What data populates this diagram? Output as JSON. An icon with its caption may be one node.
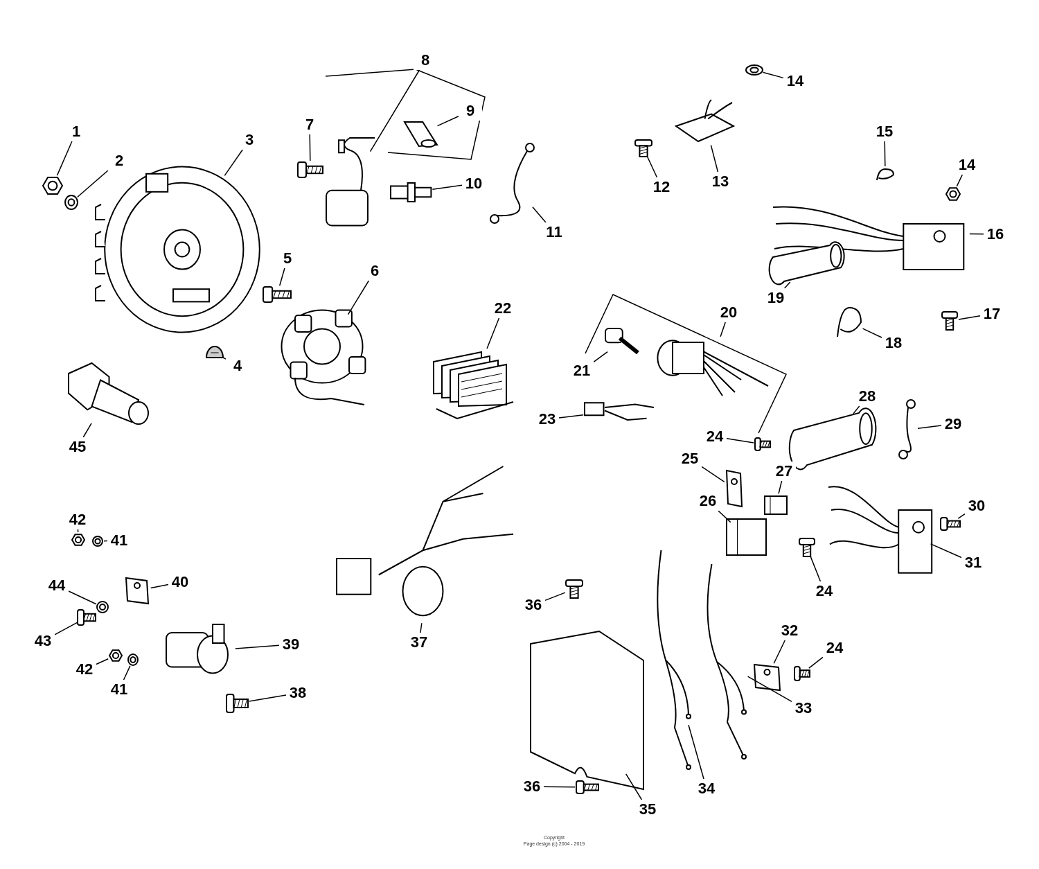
{
  "diagram": {
    "nodes": [
      {
        "text": [
          "1"
        ]
      },
      {
        "text": [],
        "shape": "picture"
      },
      {
        "text": [
          "2"
        ]
      },
      {
        "text": [],
        "shape": "picture"
      },
      {
        "text": [
          "3"
        ]
      },
      {
        "text": [],
        "shape": "picture"
      },
      {
        "text": [
          "4"
        ]
      },
      {
        "text": [],
        "shape": "picture"
      },
      {
        "text": [
          "5"
        ]
      },
      {
        "text": [],
        "shape": "picture"
      },
      {
        "text": [
          "6"
        ]
      },
      {
        "text": [],
        "shape": "picture"
      },
      {
        "text": [
          "45"
        ]
      },
      {
        "text": [],
        "shape": "picture"
      },
      {
        "text": [
          "7"
        ]
      },
      {
        "text": [],
        "shape": "picture"
      },
      {
        "text": [
          "8"
        ]
      },
      {
        "text": [],
        "shape": "picture"
      },
      {
        "text": [
          "9"
        ]
      },
      {
        "text": [],
        "shape": "picture"
      },
      {
        "text": [
          "10"
        ]
      },
      {
        "text": [],
        "shape": "picture"
      },
      {
        "text": [
          "11"
        ]
      },
      {
        "text": [],
        "shape": "picture"
      },
      {
        "text": [
          "12"
        ]
      },
      {
        "text": [],
        "shape": "picture"
      },
      {
        "text": [
          "13"
        ]
      },
      {
        "text": [],
        "shape": "picture"
      },
      {
        "text": [
          "14"
        ]
      },
      {
        "text": [],
        "shape": "picture"
      },
      {
        "text": [
          "15"
        ]
      },
      {
        "text": [],
        "shape": "picture"
      },
      {
        "text": [
          "14"
        ]
      },
      {
        "text": [],
        "shape": "picture"
      },
      {
        "text": [
          "16"
        ]
      },
      {
        "text": [],
        "shape": "picture"
      },
      {
        "text": [
          "17"
        ]
      },
      {
        "text": [],
        "shape": "picture"
      },
      {
        "text": [
          "18"
        ]
      },
      {
        "text": [],
        "shape": "picture"
      },
      {
        "text": [
          "19"
        ]
      },
      {
        "text": [],
        "shape": "picture"
      },
      {
        "text": [
          "20"
        ]
      },
      {
        "text": [],
        "shape": "picture"
      },
      {
        "text": [
          "21"
        ]
      },
      {
        "text": [],
        "shape": "picture"
      },
      {
        "text": [
          "22"
        ]
      },
      {
        "text": [],
        "shape": "picture"
      },
      {
        "text": [
          "23"
        ]
      },
      {
        "text": [],
        "shape": "picture"
      },
      {
        "text": [
          "24"
        ]
      },
      {
        "text": [],
        "shape": "picture"
      },
      {
        "text": [
          "25"
        ]
      },
      {
        "text": [],
        "shape": "picture"
      },
      {
        "text": [
          "26"
        ]
      },
      {
        "text": [],
        "shape": "picture"
      },
      {
        "text": [
          "27"
        ]
      },
      {
        "text": [],
        "shape": "picture"
      },
      {
        "text": [
          "28"
        ]
      },
      {
        "text": [],
        "shape": "picture"
      },
      {
        "text": [
          "29"
        ]
      },
      {
        "text": [],
        "shape": "picture"
      },
      {
        "text": [
          "30"
        ]
      },
      {
        "text": [],
        "shape": "picture"
      },
      {
        "text": [
          "31"
        ]
      },
      {
        "text": [],
        "shape": "picture"
      },
      {
        "text": [
          "24"
        ]
      },
      {
        "text": [],
        "shape": "picture"
      },
      {
        "text": [
          "32"
        ]
      },
      {
        "text": [],
        "shape": "picture"
      },
      {
        "text": [
          "24"
        ]
      },
      {
        "text": [],
        "shape": "picture"
      },
      {
        "text": [
          "33"
        ]
      },
      {
        "text": [],
        "shape": "picture"
      },
      {
        "text": [
          "34"
        ]
      },
      {
        "text": [],
        "shape": "picture"
      },
      {
        "text": [
          "35"
        ]
      },
      {
        "text": [],
        "shape": "picture"
      },
      {
        "text": [
          "36"
        ]
      },
      {
        "text": [],
        "shape": "picture"
      },
      {
        "text": [
          "36"
        ]
      },
      {
        "text": [],
        "shape": "picture"
      },
      {
        "text": [
          "37"
        ]
      },
      {
        "text": [],
        "shape": "picture"
      },
      {
        "text": [
          "38"
        ]
      },
      {
        "text": [],
        "shape": "picture"
      },
      {
        "text": [
          "39"
        ]
      },
      {
        "text": [],
        "shape": "picture"
      },
      {
        "text": [
          "40"
        ]
      },
      {
        "text": [],
        "shape": "picture"
      },
      {
        "text": [
          "41"
        ]
      },
      {
        "text": [],
        "shape": "picture"
      },
      {
        "text": [
          "42"
        ]
      },
      {
        "text": [],
        "shape": "picture"
      },
      {
        "text": [
          "44"
        ]
      },
      {
        "text": [],
        "shape": "picture"
      },
      {
        "text": [
          "43"
        ]
      },
      {
        "text": [],
        "shape": "picture"
      },
      {
        "text": [
          "42"
        ]
      },
      {
        "text": [],
        "shape": "picture"
      },
      {
        "text": [
          "41"
        ]
      },
      {
        "text": [],
        "shape": "picture"
      }
    ],
    "edges": [
      {
        "from": 0,
        "to": 1,
        "arrow": "none"
      },
      {
        "from": 2,
        "to": 3,
        "arrow": "none"
      },
      {
        "from": 4,
        "to": 5,
        "arrow": "none"
      },
      {
        "from": 6,
        "to": 7,
        "arrow": "none"
      },
      {
        "from": 8,
        "to": 9,
        "arrow": "none"
      },
      {
        "from": 10,
        "to": 11,
        "arrow": "none"
      },
      {
        "from": 12,
        "to": 13,
        "arrow": "none"
      },
      {
        "from": 14,
        "to": 15,
        "arrow": "none"
      },
      {
        "from": 16,
        "to": 17,
        "arrow": "none"
      },
      {
        "from": 18,
        "to": 19,
        "arrow": "none"
      },
      {
        "from": 20,
        "to": 21,
        "arrow": "none"
      },
      {
        "from": 22,
        "to": 23,
        "arrow": "none"
      },
      {
        "from": 24,
        "to": 25,
        "arrow": "none"
      },
      {
        "from": 26,
        "to": 27,
        "arrow": "none"
      },
      {
        "from": 28,
        "to": 29,
        "arrow": "none"
      },
      {
        "from": 30,
        "to": 31,
        "arrow": "none"
      },
      {
        "from": 32,
        "to": 33,
        "arrow": "none"
      },
      {
        "from": 34,
        "to": 35,
        "arrow": "none"
      },
      {
        "from": 36,
        "to": 37,
        "arrow": "none"
      },
      {
        "from": 38,
        "to": 39,
        "arrow": "none"
      },
      {
        "from": 40,
        "to": 41,
        "arrow": "none"
      },
      {
        "from": 42,
        "to": 43,
        "arrow": "none"
      },
      {
        "from": 44,
        "to": 45,
        "arrow": "none"
      },
      {
        "from": 46,
        "to": 47,
        "arrow": "none"
      },
      {
        "from": 48,
        "to": 49,
        "arrow": "none"
      },
      {
        "from": 50,
        "to": 51,
        "arrow": "none"
      },
      {
        "from": 52,
        "to": 53,
        "arrow": "none"
      },
      {
        "from": 54,
        "to": 55,
        "arrow": "none"
      },
      {
        "from": 56,
        "to": 57,
        "arrow": "none"
      },
      {
        "from": 58,
        "to": 59,
        "arrow": "none"
      },
      {
        "from": 60,
        "to": 61,
        "arrow": "none"
      },
      {
        "from": 62,
        "to": 63,
        "arrow": "none"
      },
      {
        "from": 64,
        "to": 65,
        "arrow": "none"
      },
      {
        "from": 66,
        "to": 67,
        "arrow": "none"
      },
      {
        "from": 68,
        "to": 69,
        "arrow": "none"
      },
      {
        "from": 70,
        "to": 71,
        "arrow": "none"
      },
      {
        "from": 72,
        "to": 73,
        "arrow": "none"
      },
      {
        "from": 74,
        "to": 75,
        "arrow": "none"
      },
      {
        "from": 76,
        "to": 77,
        "arrow": "none"
      },
      {
        "from": 78,
        "to": 79,
        "arrow": "none"
      },
      {
        "from": 80,
        "to": 81,
        "arrow": "none"
      },
      {
        "from": 82,
        "to": 83,
        "arrow": "none"
      },
      {
        "from": 84,
        "to": 85,
        "arrow": "none"
      },
      {
        "from": 86,
        "to": 87,
        "arrow": "none"
      },
      {
        "from": 88,
        "to": 89,
        "arrow": "none"
      },
      {
        "from": 90,
        "to": 91,
        "arrow": "none"
      },
      {
        "from": 92,
        "to": 93,
        "arrow": "none"
      },
      {
        "from": 94,
        "to": 95,
        "arrow": "none"
      },
      {
        "from": 96,
        "to": 97,
        "arrow": "none"
      },
      {
        "from": 98,
        "to": 99,
        "arrow": "none"
      },
      {
        "from": 100,
        "to": 101,
        "arrow": "none"
      }
    ],
    "labels": [
      "Copyright",
      "Page design (c) 2004 - 2019"
    ]
  }
}
